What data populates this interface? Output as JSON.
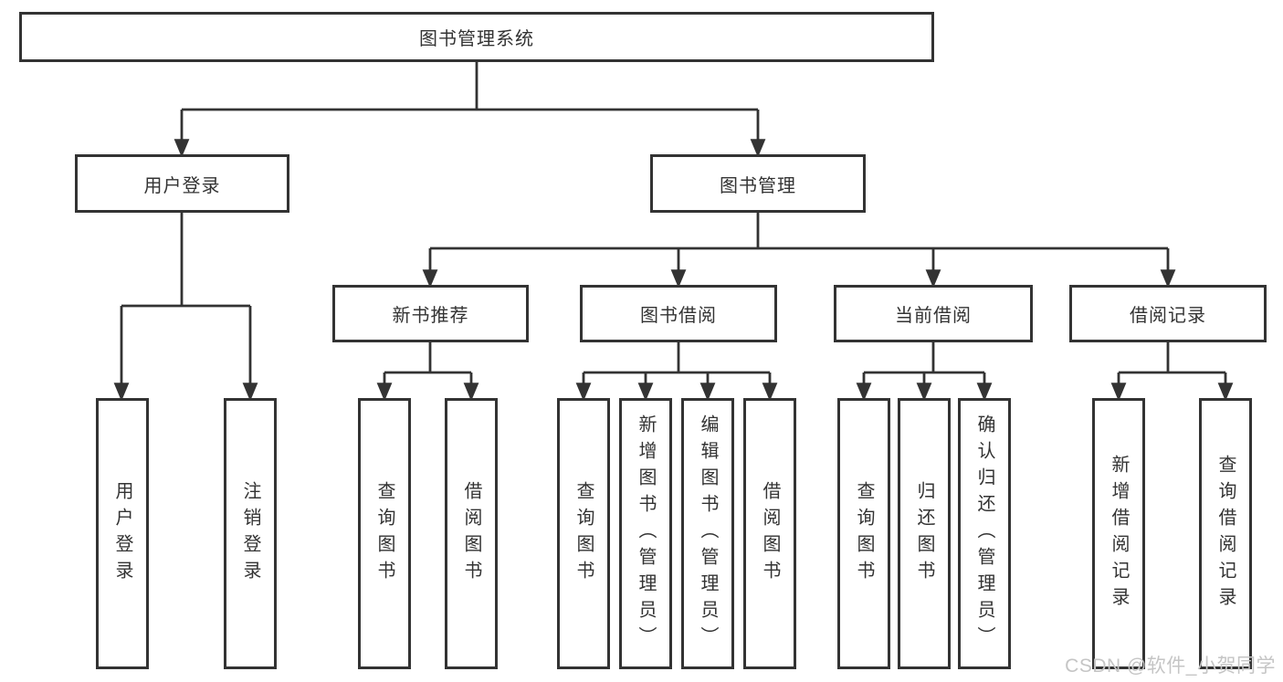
{
  "diagram": {
    "type": "hierarchy-tree",
    "colors": {
      "line": "#333333",
      "box_border": "#333333",
      "box_fill": "#ffffff",
      "text": "#333333",
      "watermark": "#c5c5c5"
    },
    "nodes": {
      "root": {
        "label": "图书管理系统"
      },
      "user_login": {
        "label": "用户登录"
      },
      "book_mgmt": {
        "label": "图书管理"
      },
      "new_book_rec": {
        "label": "新书推荐"
      },
      "book_borrow": {
        "label": "图书借阅"
      },
      "current_borrow": {
        "label": "当前借阅"
      },
      "borrow_records": {
        "label": "借阅记录"
      },
      "leaf_login": {
        "label": "用户登录"
      },
      "leaf_logout": {
        "label": "注销登录"
      },
      "leaf_rec_query": {
        "label": "查询图书"
      },
      "leaf_rec_borrow": {
        "label": "借阅图书"
      },
      "leaf_bor_query": {
        "label": "查询图书"
      },
      "leaf_bor_add": {
        "label": "新增图书（管理员）"
      },
      "leaf_bor_edit": {
        "label": "编辑图书（管理员）"
      },
      "leaf_bor_borrow": {
        "label": "借阅图书"
      },
      "leaf_cur_query": {
        "label": "查询图书"
      },
      "leaf_cur_return": {
        "label": "归还图书"
      },
      "leaf_cur_confirm": {
        "label": "确认归还（管理员）"
      },
      "leaf_recd_add": {
        "label": "新增借阅记录"
      },
      "leaf_recd_query": {
        "label": "查询借阅记录"
      }
    },
    "hierarchy": {
      "图书管理系统": {
        "用户登录": [
          "用户登录",
          "注销登录"
        ],
        "图书管理": {
          "新书推荐": [
            "查询图书",
            "借阅图书"
          ],
          "图书借阅": [
            "查询图书",
            "新增图书（管理员）",
            "编辑图书（管理员）",
            "借阅图书"
          ],
          "当前借阅": [
            "查询图书",
            "归还图书",
            "确认归还（管理员）"
          ],
          "借阅记录": [
            "新增借阅记录",
            "查询借阅记录"
          ]
        }
      }
    }
  },
  "watermark": {
    "text": "CSDN @软件_小贺同学"
  }
}
